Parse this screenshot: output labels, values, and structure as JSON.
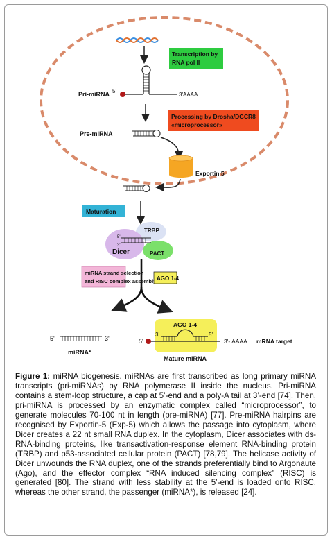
{
  "labels": {
    "transcription_line1": "Transcription by",
    "transcription_line2": "RNA pol II",
    "processing_line1": "Processing by Drosha/DGCR8",
    "processing_line2": "«microprocessor»",
    "pri_mirna": "Pri-miRNA",
    "five_prime": "5'",
    "three_prime_aaaa": "3'AAAA",
    "pre_mirna": "Pre-miRNA",
    "exportin": "Exportin 5",
    "maturation": "Maturation",
    "trbp": "TRBP",
    "dicer": "Dicer",
    "pact": "PACT",
    "strand_line1": "miRNA strand selection",
    "strand_line2": "and RISC complex assembly",
    "ago_small": "AGO 1-4",
    "ago_large": "AGO 1-4",
    "mirna_star": "miRNA*",
    "mature_mirna": "Mature miRNA",
    "target_tail": "3'- AAAA",
    "mrna_target": "mRNA target",
    "star_five": "5'",
    "star_three": "3'",
    "duplex_five": "5'",
    "duplex_three": "3'",
    "mature_three": "3'",
    "mature_five": "5'",
    "target_five": "5'"
  },
  "caption": {
    "figure_label": "Figure 1:",
    "text": " miRNA biogenesis. miRNAs are first transcribed as long primary miRNA transcripts (pri-miRNAs) by RNA polymerase II inside the nucleus. Pri-miRNA contains a stem-loop structure, a cap at 5’-end and a poly-A tail at 3’-end [74]. Then, pri-miRNA is processed by an enzymatic complex called “microprocessor”, to generate molecules 70-100 nt in length (pre-miRNA) [77]. Pre-miRNA hairpins are recognised by Exportin-5 (Exp-5) which allows the passage into cytoplasm, where Dicer creates a 22 nt small RNA duplex. In the cytoplasm, Dicer associates with ds-RNA-binding proteins, like transactivation-response element RNA-binding protein (TRBP) and p53-associated cellular protein (PACT) [78,79]. The helicase activity of Dicer unwounds the RNA duplex, one of the strands preferentially bind to Argonaute (Ago), and the effector complex “RNA induced silencing complex” (RISC) is generated [80]. The strand with less stability at the 5’-end is loaded onto RISC, whereas the other strand, the passenger (miRNA*), is released [24]."
  },
  "colors": {
    "nucleus_dash": "#d98a6a",
    "transcription_box": "#2ecc40",
    "processing_box": "#ef4b1f",
    "maturation_box": "#33b3d6",
    "strand_box": "#f3b6d8",
    "ago_box": "#f5ef5a",
    "exportin": "#f5a623",
    "dicer": "#d8b8ea",
    "trbp": "#dbe2f4",
    "pact": "#7be06a",
    "cap": "#b01818"
  }
}
